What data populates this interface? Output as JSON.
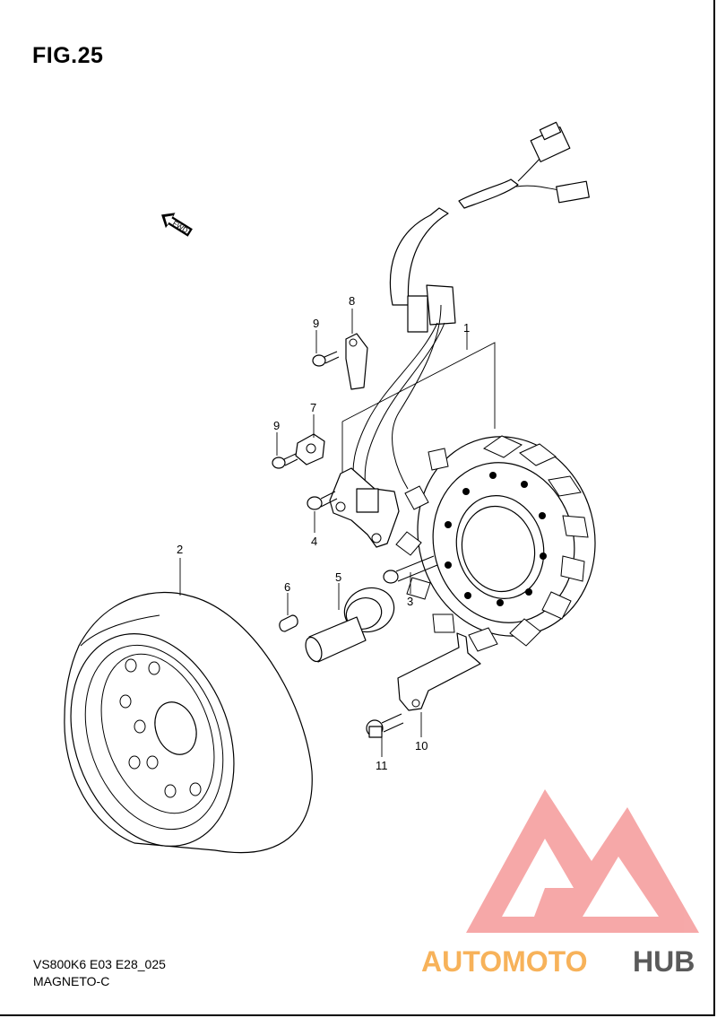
{
  "figure": {
    "title": "FIG.25"
  },
  "footer": {
    "model_code": "VS800K6 E03 E28_025",
    "section": "MAGNETO-C"
  },
  "direction_marker": {
    "label": "FWD",
    "icon": "fwd-arrow-icon"
  },
  "callouts": [
    "1",
    "2",
    "3",
    "4",
    "5",
    "6",
    "7",
    "8",
    "9",
    "9",
    "10",
    "11"
  ],
  "watermark": {
    "text_a": "AUTOMOTO",
    "text_b": "HUB",
    "color_a": "#f7b25a",
    "color_b": "#555555",
    "logo_color": "#f26d6d"
  }
}
